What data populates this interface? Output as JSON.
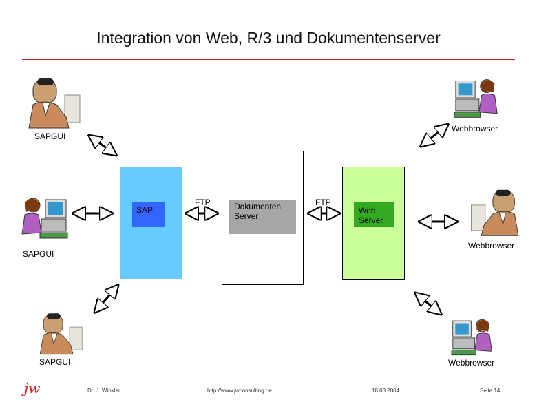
{
  "title": "Integration von Web, R/3 und Dokumentenserver",
  "nodes": {
    "sap": "SAP",
    "doc_line1": "Dokumenten",
    "doc_line2": "Server",
    "web_line1": "Web",
    "web_line2": "Server"
  },
  "links": {
    "ftp_left": "FTP",
    "ftp_right": "FTP"
  },
  "clients": {
    "sapgui_top": "SAPGUI",
    "sapgui_mid": "SAPGUI",
    "sapgui_bottom": "SAPGUI",
    "webbrowser_top": "Webbrowser",
    "webbrowser_mid": "Webbrowser",
    "webbrowser_bottom": "Webbrowser"
  },
  "footer": {
    "logo": "jw",
    "author": "Dr. J. Winkler",
    "url": "http://www.jwconsulting.de",
    "date": "18.03.2004",
    "page": "Seite 14"
  },
  "colors": {
    "title_rule": "#cc2222",
    "sap_box": "#66ccff",
    "sap_label": "#3366ff",
    "doc_label": "#a6a6a6",
    "web_box": "#ccff99",
    "web_label": "#33aa22"
  },
  "icons": [
    "user-at-computer-icon",
    "double-arrow-icon"
  ]
}
